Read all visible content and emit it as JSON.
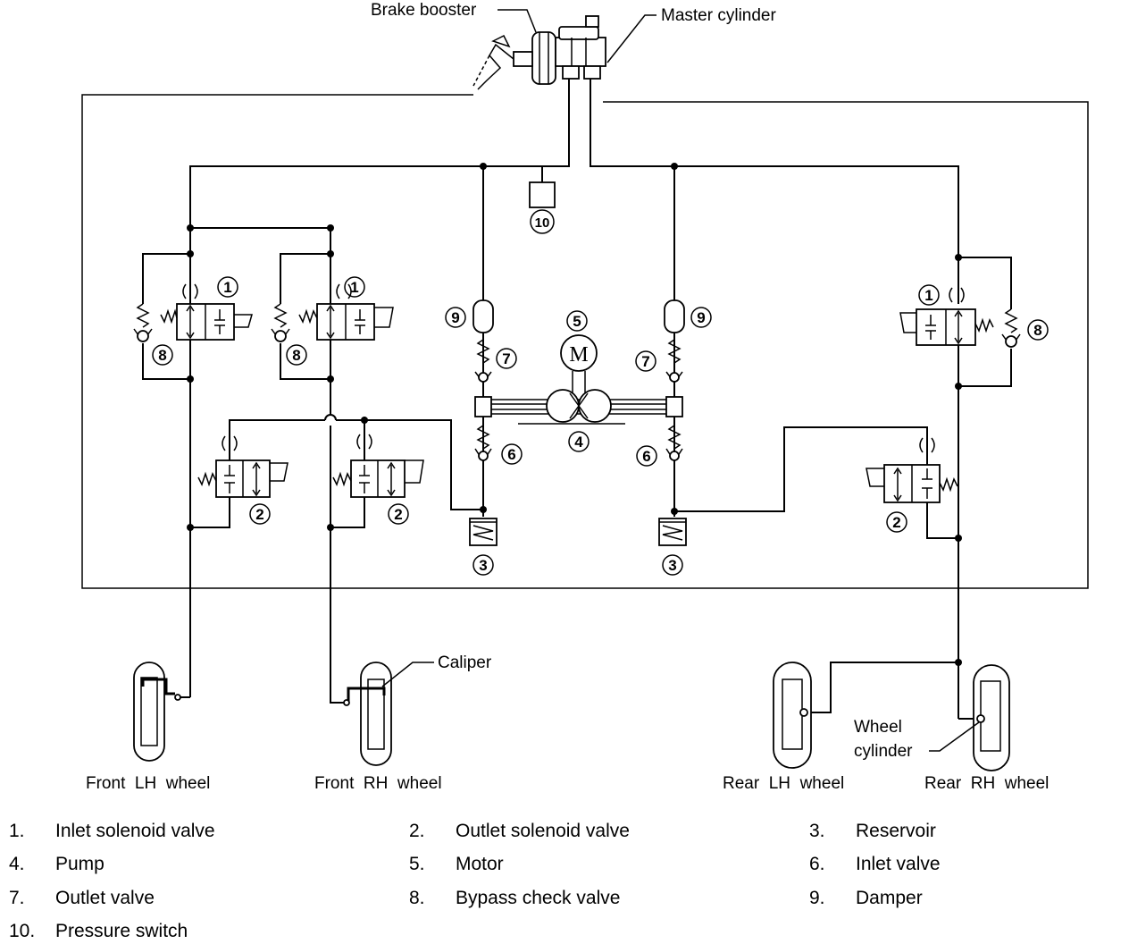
{
  "labels": {
    "brake_booster": "Brake booster",
    "master_cylinder": "Master cylinder",
    "caliper": "Caliper",
    "wheel_cylinder_line1": "Wheel",
    "wheel_cylinder_line2": "cylinder",
    "front_lh_wheel": "Front  LH  wheel",
    "front_rh_wheel": "Front  RH  wheel",
    "rear_lh_wheel": "Rear  LH  wheel",
    "rear_rh_wheel": "Rear  RH  wheel",
    "motor_symbol": "M"
  },
  "markers": {
    "n1": "1",
    "n2": "2",
    "n3": "3",
    "n4": "4",
    "n5": "5",
    "n6": "6",
    "n7": "7",
    "n8": "8",
    "n9": "9",
    "n10": "10"
  },
  "legend": [
    {
      "num": "1.",
      "text": "Inlet solenoid valve"
    },
    {
      "num": "2.",
      "text": "Outlet solenoid valve"
    },
    {
      "num": "3.",
      "text": "Reservoir"
    },
    {
      "num": "4.",
      "text": "Pump"
    },
    {
      "num": "5.",
      "text": "Motor"
    },
    {
      "num": "6.",
      "text": "Inlet valve"
    },
    {
      "num": "7.",
      "text": "Outlet valve"
    },
    {
      "num": "8.",
      "text": "Bypass check valve"
    },
    {
      "num": "9.",
      "text": "Damper"
    },
    {
      "num": "10.",
      "text": "Pressure switch"
    }
  ]
}
